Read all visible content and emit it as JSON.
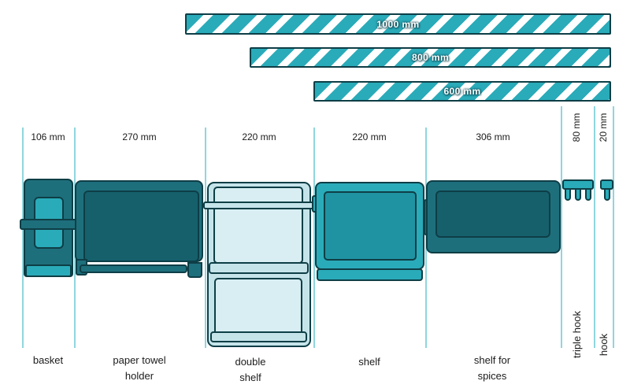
{
  "rails": [
    {
      "label": "1000 mm"
    },
    {
      "label": "800 mm"
    },
    {
      "label": "600 mm"
    }
  ],
  "items": [
    {
      "id": "basket",
      "width_label": "106 mm",
      "label_lines": [
        "basket"
      ]
    },
    {
      "id": "paper-towel-holder",
      "width_label": "270 mm",
      "label_lines": [
        "paper towel",
        "holder"
      ]
    },
    {
      "id": "double-shelf",
      "width_label": "220 mm",
      "label_lines": [
        "double",
        "shelf"
      ]
    },
    {
      "id": "shelf",
      "width_label": "220 mm",
      "label_lines": [
        "shelf"
      ]
    },
    {
      "id": "shelf-for-spices",
      "width_label": "306 mm",
      "label_lines": [
        "shelf for",
        "spices"
      ]
    },
    {
      "id": "triple-hook",
      "width_label": "80 mm",
      "label_lines": [
        "triple hook"
      ]
    },
    {
      "id": "hook",
      "width_label": "20 mm",
      "label_lines": [
        "hook"
      ]
    }
  ],
  "colors": {
    "teal": "#2aabb9",
    "teal_dark": "#1e6f7c",
    "teal_deep": "#16606c",
    "teal_mid_dark": "#1f93a2",
    "pale": "#c5e4ea",
    "pale_light": "#d8eef3",
    "outline": "#0e3e46",
    "guide_line": "#8fd6de",
    "text": "#1b1b1b"
  }
}
